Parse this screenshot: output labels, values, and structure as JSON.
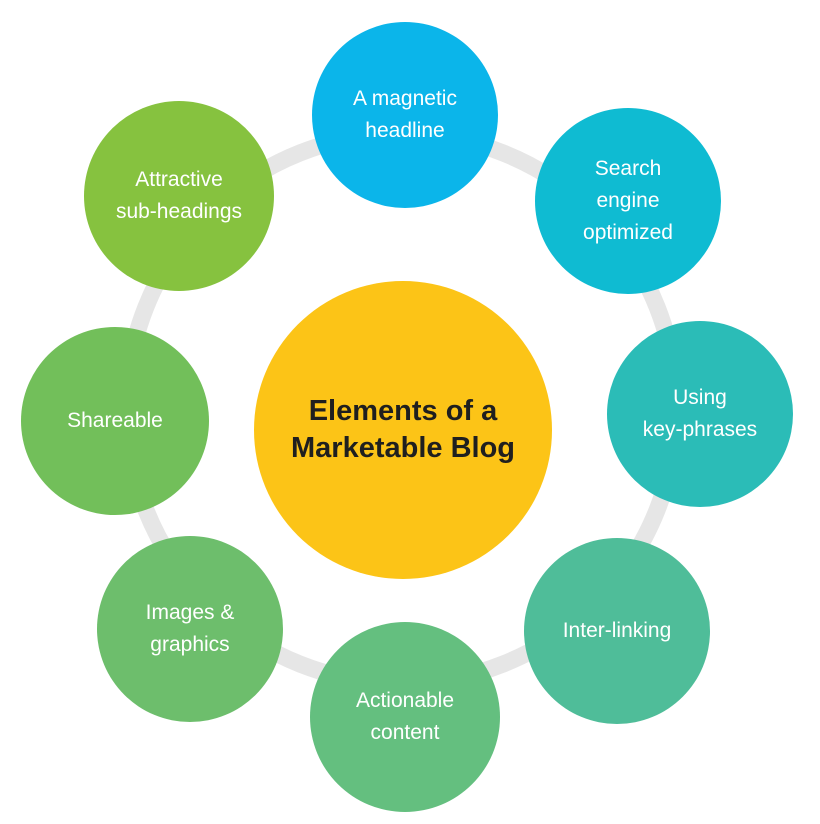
{
  "center": {
    "label": "Elements of a\nMarketable Blog",
    "color": "#fcc417"
  },
  "ring_color": "#e6e6e6",
  "nodes": [
    {
      "label": "A magnetic\nheadline",
      "color": "#0bb5ea"
    },
    {
      "label": "Search\nengine\noptimized",
      "color": "#0fbbd2"
    },
    {
      "label": "Using\nkey-phrases",
      "color": "#2bbcb7"
    },
    {
      "label": "Inter-linking",
      "color": "#4fbd99"
    },
    {
      "label": "Actionable\ncontent",
      "color": "#64bf7f"
    },
    {
      "label": "Images &\ngraphics",
      "color": "#6dbe6c"
    },
    {
      "label": "Shareable",
      "color": "#72bf5a"
    },
    {
      "label": "Attractive\nsub-headings",
      "color": "#86c23f"
    }
  ]
}
